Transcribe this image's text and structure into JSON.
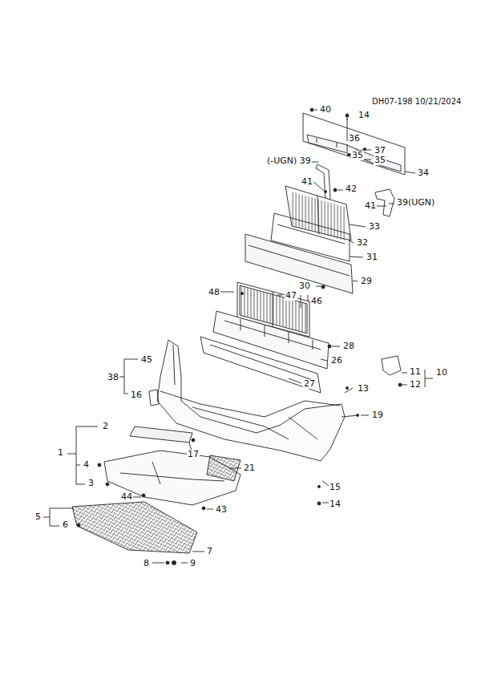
{
  "diagram": {
    "labels": [
      "DH07-198  10/21/2024",
      "40",
      "14",
      "36",
      "37",
      "35",
      "35",
      "34",
      "(-UGN) 39",
      "41",
      "42",
      "41",
      "39(UGN)",
      "33",
      "32",
      "31",
      "29",
      "30",
      "48",
      "47",
      "46",
      "28",
      "26",
      "10",
      "11",
      "12",
      "45",
      "38",
      "16",
      "27",
      "13",
      "19",
      "2",
      "1",
      "4",
      "3",
      "17",
      "21",
      "15",
      "14",
      "44",
      "43",
      "5",
      "6",
      "7",
      "8",
      "9"
    ]
  }
}
